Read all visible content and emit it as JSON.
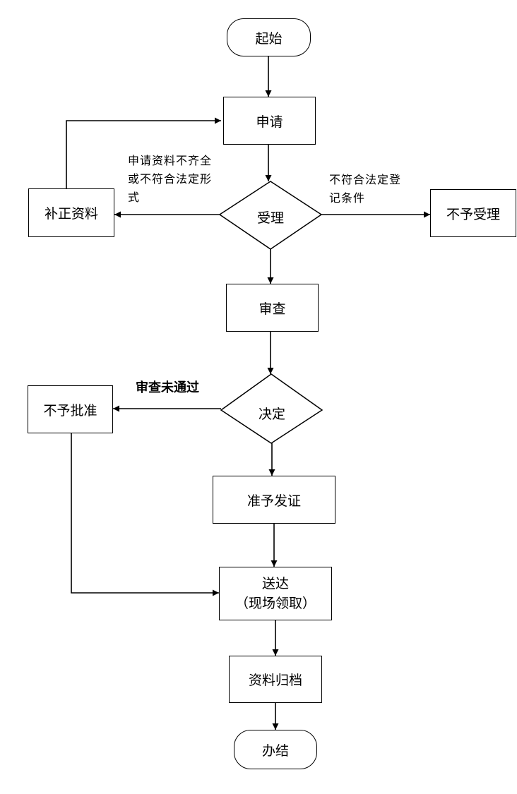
{
  "nodes": {
    "start": "起始",
    "apply": "申请",
    "supplement": "补正资料",
    "accept": "受理",
    "reject_accept": "不予受理",
    "review": "审查",
    "decide": "决定",
    "deny": "不予批准",
    "grant": "准予发证",
    "deliver_line1": "送达",
    "deliver_line2": "（现场领取）",
    "archive": "资料归档",
    "end": "办结"
  },
  "edge_labels": {
    "incomplete_line1": "申请资料不齐全",
    "incomplete_line2": "或不符合法定形",
    "incomplete_line3": "式",
    "nonconform_line1": "不符合法定登",
    "nonconform_line2": "记条件",
    "review_failed": "审查未通过"
  }
}
